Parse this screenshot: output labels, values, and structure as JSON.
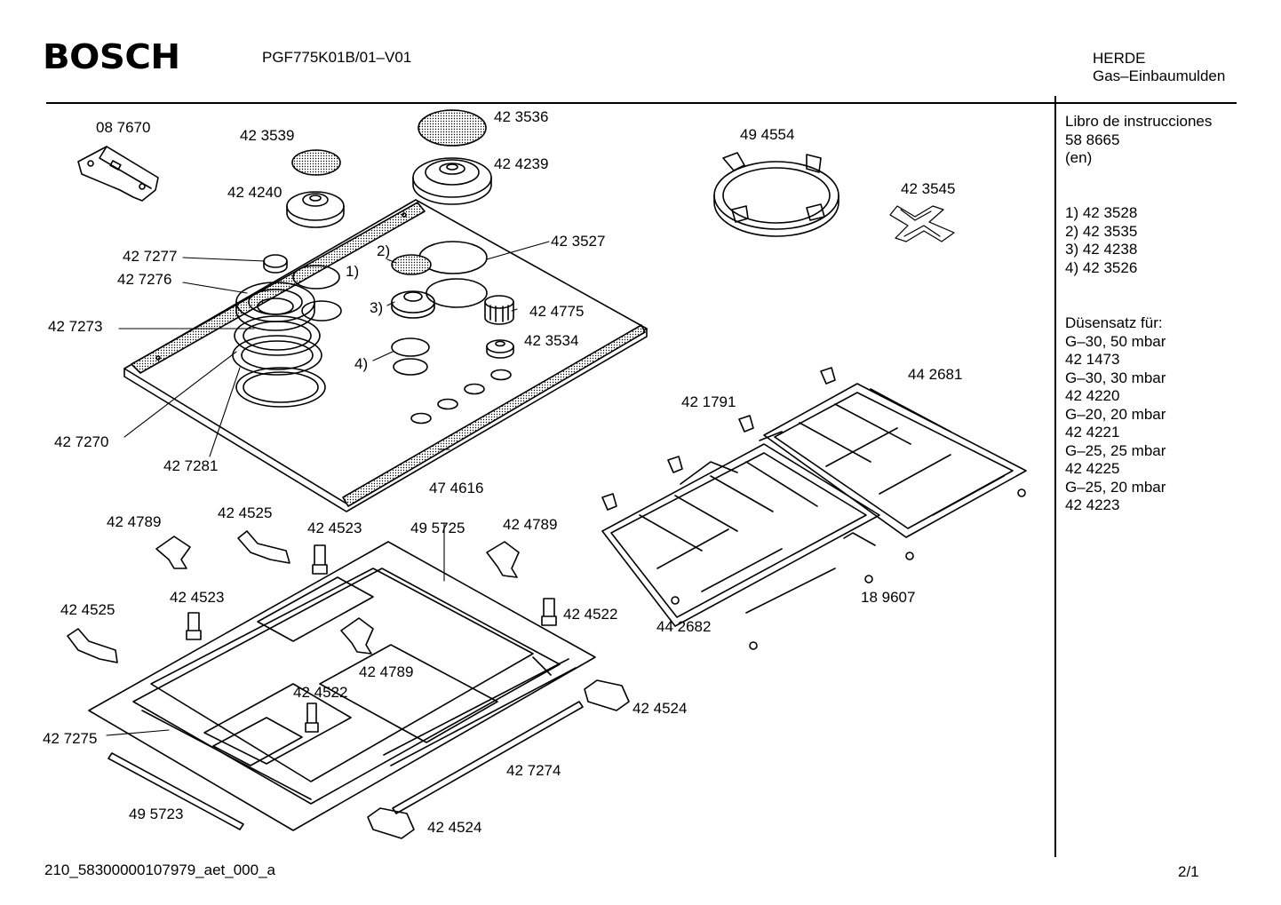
{
  "header": {
    "brand": "BOSCH",
    "model": "PGF775K01B/01–V01",
    "category_line1": "HERDE",
    "category_line2": "Gas–Einbaumulden"
  },
  "sidebar": {
    "manual_title": "Libro de instrucciones",
    "manual_number": "58 8665",
    "manual_lang": "(en)",
    "footnotes": [
      "1) 42 3528",
      "2) 42 3535",
      "3) 42 4238",
      "4) 42 3526"
    ],
    "nozzle_title": "Düsensatz für:",
    "nozzle_sets": [
      "G–30, 50 mbar",
      "42 1473",
      "G–30, 30 mbar",
      "42 4220",
      "G–20, 20 mbar",
      "42 4221",
      "G–25, 25 mbar",
      "42 4225",
      "G–25, 20 mbar",
      "42 4223"
    ]
  },
  "part_labels": [
    "08 7670",
    "42 3539",
    "42 3536",
    "42 4240",
    "42 4239",
    "49 4554",
    "42 3545",
    "42 7277",
    "42 7276",
    "1)",
    "2)",
    "42 3527",
    "3)",
    "42 4775",
    "42 7273",
    "42 3534",
    "4)",
    "42 7270",
    "42 7281",
    "47 4616",
    "42 1791",
    "44 2681",
    "42 4789",
    "42 4525",
    "42 4523",
    "49 5725",
    "42 4789",
    "42 4525",
    "42 4523",
    "42 4522",
    "42 4789",
    "42 4522",
    "42 7275",
    "42 4524",
    "42 7274",
    "49 5723",
    "42 4524",
    "18 9607",
    "44 2682"
  ],
  "footer": {
    "drawing_id": "210_58300000107979_aet_000_a",
    "page": "2/1"
  }
}
